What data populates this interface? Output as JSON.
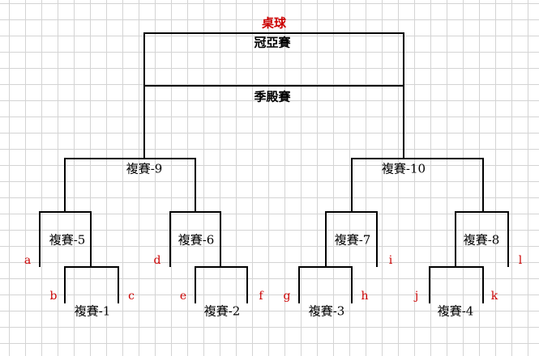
{
  "title": "桌球",
  "final": "冠亞賽",
  "playoff": "季殿賽",
  "semis": [
    "複賽-9",
    "複賽-10"
  ],
  "quarters": [
    "複賽-5",
    "複賽-6",
    "複賽-7",
    "複賽-8"
  ],
  "first_round": [
    "複賽-1",
    "複賽-2",
    "複賽-3",
    "複賽-4"
  ],
  "seeds": [
    "a",
    "b",
    "c",
    "d",
    "e",
    "f",
    "g",
    "h",
    "i",
    "j",
    "k",
    "l"
  ],
  "colors": {
    "accent": "#cc0000",
    "line": "#000000",
    "grid": "#d4d4d4"
  }
}
